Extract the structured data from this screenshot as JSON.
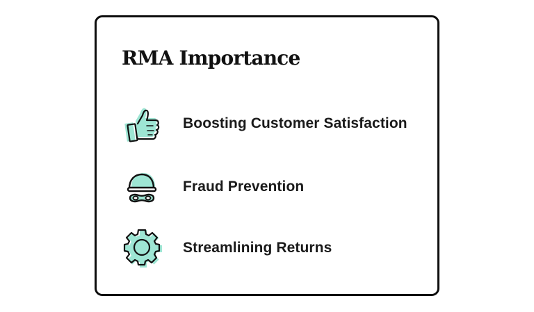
{
  "card": {
    "title": "RMA Importance",
    "items": [
      {
        "label": "Boosting Customer Satisfaction",
        "icon": "thumbs-up-icon"
      },
      {
        "label": "Fraud Prevention",
        "icon": "burglar-mask-icon"
      },
      {
        "label": "Streamlining Returns",
        "icon": "gear-icon"
      }
    ]
  },
  "colors": {
    "accent": "#9ee6d4",
    "stroke": "#111111",
    "border": "#0d0d0d",
    "background": "#ffffff"
  }
}
